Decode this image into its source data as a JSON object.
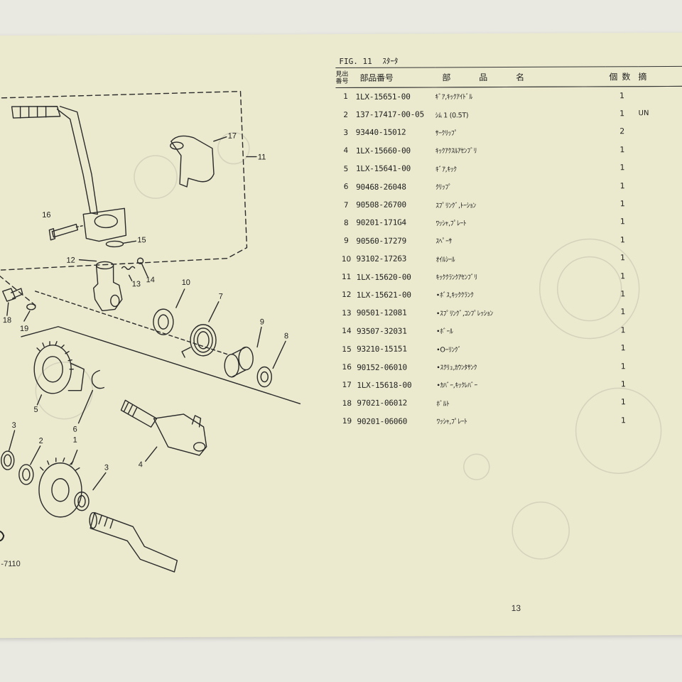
{
  "figure": {
    "label": "FIG. 11",
    "title": "ｽﾀｰﾀ"
  },
  "table": {
    "headers": {
      "ref": "見出\n番号",
      "part_no": "部品番号",
      "name": "部 品 名",
      "qty": "個数",
      "remarks": "摘"
    },
    "rows": [
      {
        "ref": "1",
        "part_no": "1LX-15651-00",
        "name": "ｷﾞｱ,ｷｯｸｱｲﾄﾞﾙ",
        "qty": "1",
        "remarks": ""
      },
      {
        "ref": "2",
        "part_no": "137-17417-00-05",
        "name": "ｼﾑ 1 (0.5T)",
        "qty": "1",
        "remarks": "UN"
      },
      {
        "ref": "3",
        "part_no": "93440-15012",
        "name": "ｻｰｸﾘｯﾌﾟ",
        "qty": "2",
        "remarks": ""
      },
      {
        "ref": "4",
        "part_no": "1LX-15660-00",
        "name": "ｷｯｸｱｸｽﾙｱｾﾝﾌﾞﾘ",
        "qty": "1",
        "remarks": ""
      },
      {
        "ref": "5",
        "part_no": "1LX-15641-00",
        "name": "ｷﾞｱ,ｷｯｸ",
        "qty": "1",
        "remarks": ""
      },
      {
        "ref": "6",
        "part_no": "90468-26048",
        "name": "ｸﾘｯﾌﾟ",
        "qty": "1",
        "remarks": ""
      },
      {
        "ref": "7",
        "part_no": "90508-26700",
        "name": "ｽﾌﾟﾘﾝｸﾞ,ﾄｰｼｮﾝ",
        "qty": "1",
        "remarks": ""
      },
      {
        "ref": "8",
        "part_no": "90201-171G4",
        "name": "ﾜｯｼｬ,ﾌﾟﾚｰﾄ",
        "qty": "1",
        "remarks": ""
      },
      {
        "ref": "9",
        "part_no": "90560-17279",
        "name": "ｽﾍﾟｰｻ",
        "qty": "1",
        "remarks": ""
      },
      {
        "ref": "10",
        "part_no": "93102-17263",
        "name": "ｵｲﾙｼｰﾙ",
        "qty": "1",
        "remarks": ""
      },
      {
        "ref": "11",
        "part_no": "1LX-15620-00",
        "name": "ｷｯｸｸﾗﾝｸｱｾﾝﾌﾞﾘ",
        "qty": "1",
        "remarks": ""
      },
      {
        "ref": "12",
        "part_no": "1LX-15621-00",
        "name": "•ﾎﾞｽ,ｷｯｸｸﾗﾝｸ",
        "qty": "1",
        "remarks": ""
      },
      {
        "ref": "13",
        "part_no": "90501-12081",
        "name": "•ｽﾌﾟﾘﾝｸﾞ,ｺﾝﾌﾟﾚｯｼｮﾝ",
        "qty": "1",
        "remarks": ""
      },
      {
        "ref": "14",
        "part_no": "93507-32031",
        "name": "•ﾎﾞｰﾙ",
        "qty": "1",
        "remarks": ""
      },
      {
        "ref": "15",
        "part_no": "93210-15151",
        "name": "•Oｰﾘﾝｸﾞ",
        "qty": "1",
        "remarks": ""
      },
      {
        "ref": "16",
        "part_no": "90152-06010",
        "name": "•ｽｸﾘｭ,ｶｳﾝﾀｻﾝｸ",
        "qty": "1",
        "remarks": ""
      },
      {
        "ref": "17",
        "part_no": "1LX-15618-00",
        "name": "•ｶﾊﾞｰ,ｷｯｸﾚﾊﾞｰ",
        "qty": "1",
        "remarks": ""
      },
      {
        "ref": "18",
        "part_no": "97021-06012",
        "name": "ﾎﾞﾙﾄ",
        "qty": "1",
        "remarks": ""
      },
      {
        "ref": "19",
        "part_no": "90201-06060",
        "name": "ﾜｯｼｬ,ﾌﾟﾚｰﾄ",
        "qty": "1",
        "remarks": ""
      }
    ]
  },
  "diagram": {
    "callouts": [
      "1",
      "2",
      "3",
      "3",
      "4",
      "5",
      "6",
      "7",
      "8",
      "9",
      "10",
      "11",
      "12",
      "13",
      "14",
      "15",
      "16",
      "17",
      "18",
      "19"
    ],
    "side_label": "-7110"
  },
  "page_number": "13"
}
